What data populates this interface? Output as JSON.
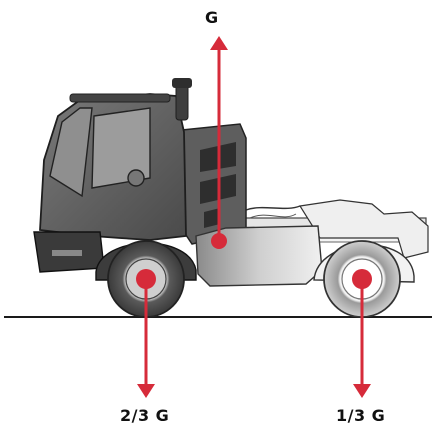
{
  "diagram": {
    "labels": {
      "total": "G",
      "front_axle": "2/3 G",
      "rear_axle": "1/3 G"
    },
    "colors": {
      "force_arrow": "#d62b3a",
      "ground_line": "#1a1a1a",
      "cab_body": "#6e6e6e",
      "cab_dark": "#3a3a3a",
      "tyre": "#555555",
      "chassis_light": "#d8d8d8"
    },
    "icons": [
      "tractor-unit-icon",
      "center-of-gravity-icon",
      "wheel-hub-icon"
    ]
  }
}
